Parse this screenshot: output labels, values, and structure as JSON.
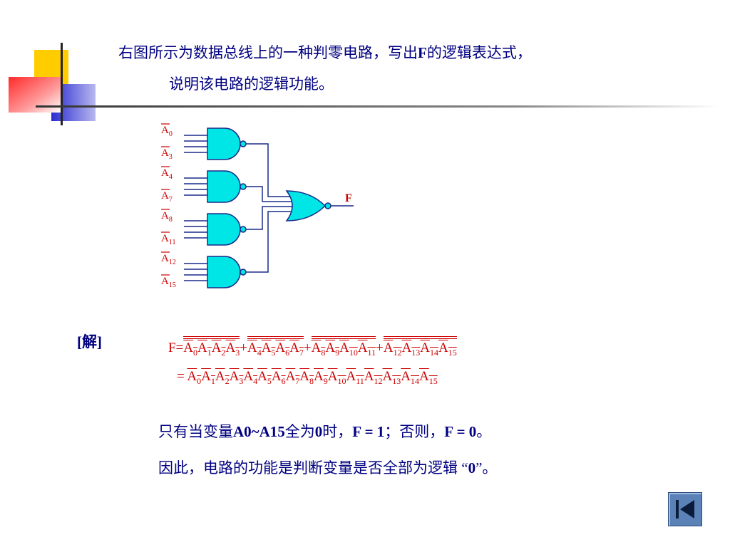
{
  "question": {
    "line1_prefix": "右图所示为数据总线上的一种判零电路，写出",
    "line1_var": "F",
    "line1_suffix": "的逻辑表达式，",
    "line2": "说明该电路的逻辑功能。"
  },
  "circuit": {
    "inputs": [
      {
        "base": "A",
        "sub": "0"
      },
      {
        "base": "A",
        "sub": "3"
      },
      {
        "base": "A",
        "sub": "4"
      },
      {
        "base": "A",
        "sub": "7"
      },
      {
        "base": "A",
        "sub": "8"
      },
      {
        "base": "A",
        "sub": "11"
      },
      {
        "base": "A",
        "sub": "12"
      },
      {
        "base": "A",
        "sub": "15"
      }
    ],
    "output": "F"
  },
  "solution": {
    "tag": "[解]",
    "eq1_prefix": "F=",
    "eq2_prefix": "=",
    "groups": [
      [
        "0",
        "1",
        "2",
        "3"
      ],
      [
        "4",
        "5",
        "6",
        "7"
      ],
      [
        "8",
        "9",
        "10",
        "11"
      ],
      [
        "12",
        "13",
        "14",
        "15"
      ]
    ],
    "plus": "+",
    "var": "A"
  },
  "conclusion": {
    "line1_a": "只有当变量",
    "line1_b": "A0~A15",
    "line1_c": "全为",
    "line1_d": "0",
    "line1_e": "时，",
    "line1_f": "F = 1",
    "line1_g": "；否则，",
    "line1_h": "F = 0",
    "line1_i": "。",
    "line2_a": "因此，电路的功能是判断变量是否全部为逻辑 “",
    "line2_b": "0",
    "line2_c": "”。"
  },
  "colors": {
    "text": "#000080",
    "accent_red": "#cc0000",
    "gate_fill": "#00e5e5",
    "wire": "#1a2b8a",
    "deco_yellow": "#ffcc00",
    "deco_blue": "#3333cc",
    "deco_red": "#ff3333"
  },
  "nav": {
    "icon": "skip-back-icon"
  }
}
